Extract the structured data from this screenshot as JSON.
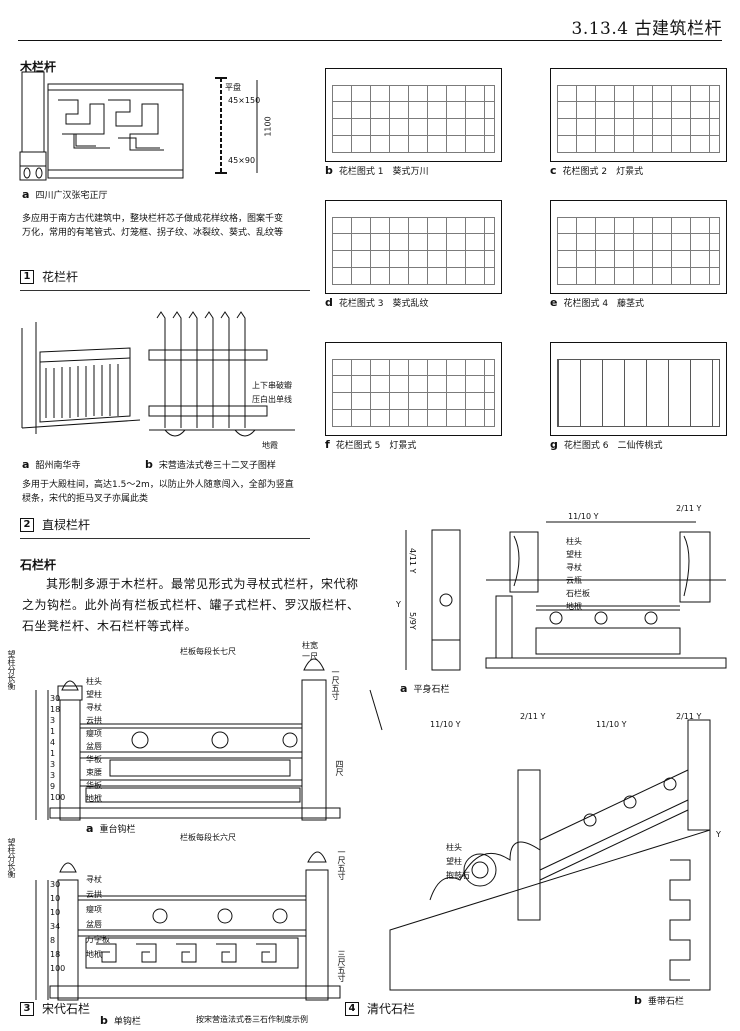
{
  "header": {
    "title": "3.13.4 古建筑栏杆"
  },
  "wood": {
    "heading": "木栏杆",
    "sample_a": {
      "letter": "a",
      "caption": "四川广汉张宅正厅"
    },
    "dims": {
      "d1": "平盘",
      "d2": "45×150",
      "d3": "45×90",
      "d4": "1100"
    },
    "desc": "多应用于南方古代建筑中，整块栏杆芯子做成花样纹格，图案千变万化，常用的有笔管式、灯笼框、拐子纹、冰裂纹、葵式、乱纹等",
    "sec1": {
      "num": "1",
      "label": "花栏杆"
    },
    "sample_a2": {
      "letter": "a",
      "caption": "韶州南华寺"
    },
    "sample_b2": {
      "letter": "b",
      "caption": "宋营造法式卷三十二叉子图样"
    },
    "anno1": "上下串破瓣",
    "anno2": "压白出单线",
    "anno3": "地霞",
    "desc2": "多用于大殿柱间，高达1.5～2m，以防止外人随意闯入，全部为竖直棂条，宋代的拒马叉子亦属此类",
    "sec2": {
      "num": "2",
      "label": "直棂栏杆"
    }
  },
  "patterns": [
    {
      "letter": "b",
      "caption": "花栏图式 1　葵式万川"
    },
    {
      "letter": "c",
      "caption": "花栏图式 2　灯景式"
    },
    {
      "letter": "d",
      "caption": "花栏图式 3　葵式乱纹"
    },
    {
      "letter": "e",
      "caption": "花栏图式 4　藤茎式"
    },
    {
      "letter": "f",
      "caption": "花栏图式 5　灯景式"
    },
    {
      "letter": "g",
      "caption": "花栏图式 6　二仙传桃式"
    }
  ],
  "stone": {
    "heading": "石栏杆",
    "desc": "其形制多源于木栏杆。最常见形式为寻杖式栏杆，宋代称之为钩栏。此外尚有栏板式栏杆、罐子式栏杆、罗汉版栏杆、石坐凳栏杆、木石栏杆等式样。",
    "song_a": {
      "letter": "a",
      "caption": "重台钩栏",
      "top": "栏板每段长七尺",
      "post": "柱宽一尺",
      "h": "一尺五寸",
      "side": "望柱分长衡",
      "four": "四尺"
    },
    "song_labels": [
      "柱头",
      "望柱",
      "寻杖",
      "云拱",
      "瘿项",
      "盆唇",
      "华板",
      "束腰",
      "华板",
      "地栿"
    ],
    "song_nums": [
      "30",
      "18",
      "3",
      "1",
      "4",
      "1",
      "3",
      "3",
      "9",
      "100"
    ],
    "song_b": {
      "letter": "b",
      "caption": "单钩栏",
      "top": "栏板每段长六尺",
      "h": "一尺五寸",
      "side": "望柱分长衡",
      "three": "三尺五寸"
    },
    "song_b_labels": [
      "寻杖",
      "云拱",
      "瘿项",
      "盆唇",
      "万字板",
      "地栿"
    ],
    "song_b_nums": [
      "30",
      "10",
      "10",
      "34",
      "8",
      "18",
      "100"
    ],
    "song_note": "按宋营造法式卷三石作制度示例",
    "sec3": {
      "num": "3",
      "label": "宋代石栏"
    },
    "qing_a": {
      "letter": "a",
      "caption": "平身石栏",
      "t1": "11/10 Y",
      "t2": "2/11 Y",
      "y": "Y",
      "a1": "4/11 Y",
      "a2": "5/9Y"
    },
    "qing_labels": [
      "柱头",
      "望柱",
      "寻杖",
      "云瓶",
      "石栏板",
      "地栿"
    ],
    "qing_b": {
      "letter": "b",
      "caption": "垂带石栏",
      "t1": "11/10 Y",
      "t2": "2/11 Y",
      "t3": "11/10 Y",
      "t4": "2/11 Y",
      "y": "Y"
    },
    "qing_b_labels": [
      "柱头",
      "望柱",
      "抱鼓石"
    ],
    "sec4": {
      "num": "4",
      "label": "清代石栏"
    }
  }
}
